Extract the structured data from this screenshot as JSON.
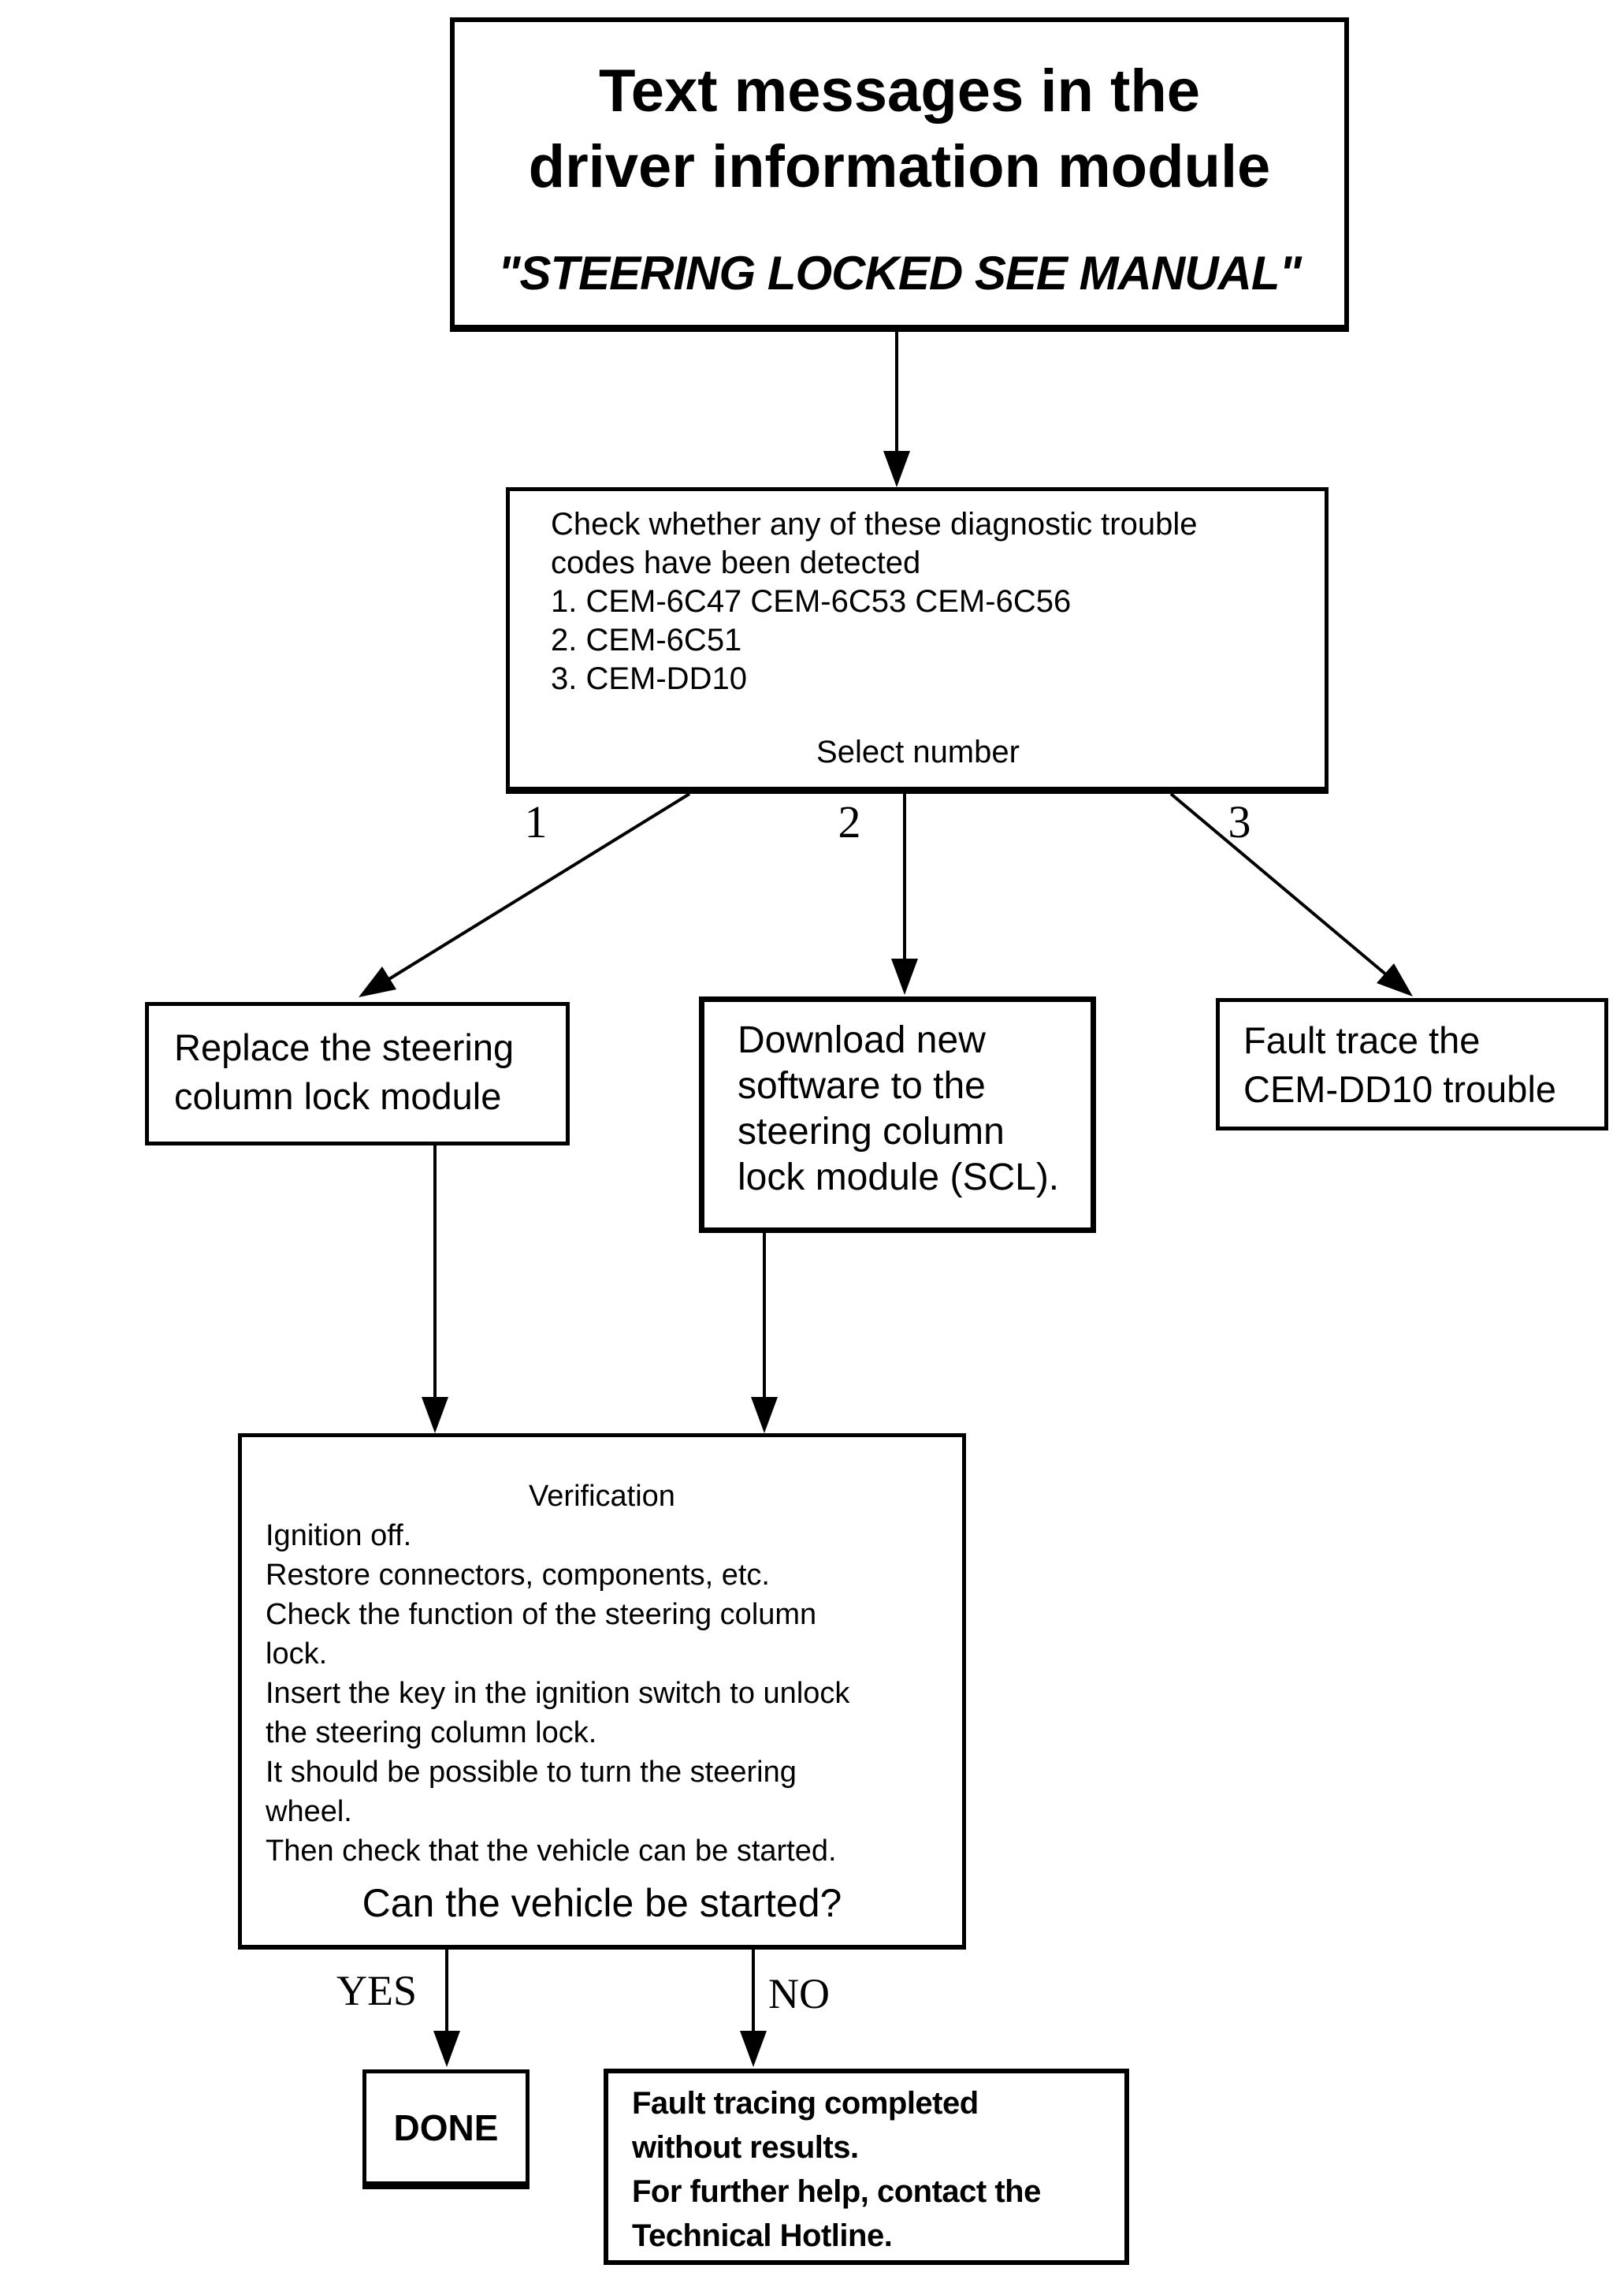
{
  "page": {
    "background": "#ffffff",
    "ink": "#000000"
  },
  "title_box": {
    "heading_line1": "Text messages in the",
    "heading_line2": "driver information module",
    "subtitle": "\"STEERING LOCKED SEE MANUAL\""
  },
  "check_box": {
    "lines": [
      "Check whether any of these diagnostic trouble",
      "codes have been detected",
      "1. CEM-6C47 CEM-6C53 CEM-6C56",
      "2. CEM-6C51",
      "3. CEM-DD10"
    ],
    "prompt": "Select number"
  },
  "branch_labels": [
    "1",
    "2",
    "3"
  ],
  "replace_box": {
    "lines": [
      "Replace the steering",
      "column lock module"
    ]
  },
  "download_box": {
    "lines": [
      "Download new",
      "software to the",
      "steering column",
      "lock module (SCL)."
    ]
  },
  "fault_trace_box": {
    "lines": [
      "Fault trace the",
      "CEM-DD10 trouble"
    ]
  },
  "verification_box": {
    "title": "Verification",
    "lines": [
      "Ignition off.",
      "Restore connectors, components, etc.",
      "Check the function of the steering column",
      "lock.",
      "Insert the key in the ignition switch to unlock",
      "the steering column lock.",
      "It should be possible to turn the steering",
      "wheel.",
      "Then check that the vehicle can be started."
    ],
    "question": "Can the vehicle be started?"
  },
  "decision_labels": {
    "yes": "YES",
    "no": "NO"
  },
  "done_box": {
    "label": "DONE"
  },
  "hotline_box": {
    "lines": [
      "Fault tracing completed",
      "without results.",
      "For further help, contact the",
      "Technical Hotline."
    ]
  }
}
